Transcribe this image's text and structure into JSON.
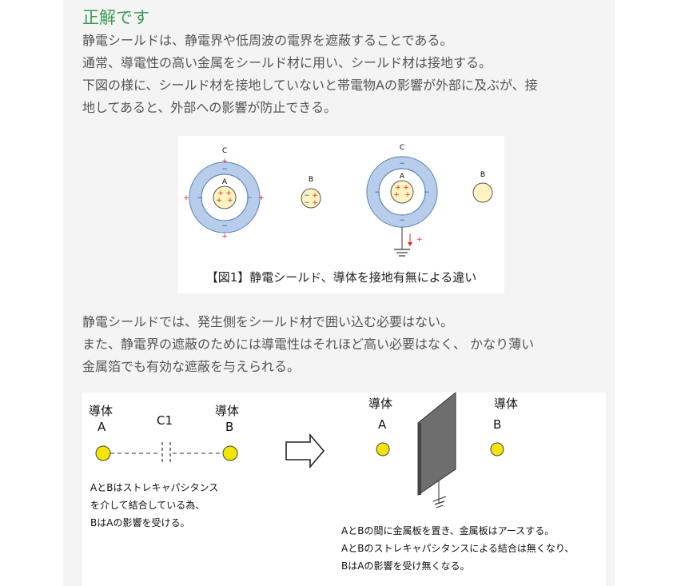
{
  "title": "正解です",
  "intro": [
    "静電シールドは、静電界や低周波の電界を遮蔽することである。",
    "通常、導電性の高い金属をシールド材に用い、シールド材は接地する。",
    "下図の様に、シールド材を接地していないと帯電物Aの影響が外部に及ぶが、接",
    "地してあると、外部への影響が防止できる。"
  ],
  "figure1": {
    "caption": "【図1】静電シールド、導体を接地有無による違い",
    "label_c": "C",
    "label_a": "A",
    "label_b": "B",
    "plus": "+",
    "minus": "−",
    "colors": {
      "shield": "#b7cde9",
      "shield_edge": "#5b85c2",
      "conductor": "#fff4bf",
      "plus": "#dd2222",
      "minus": "#2255cc"
    }
  },
  "body": [
    "静電シールドでは、発生側をシールド材で囲い込む必要はない。",
    "また、静電界の遮蔽のためには導電性はそれほど高い必要はなく、 かなり薄い",
    "金属箔でも有効な遮蔽を与えられる。"
  ],
  "figure2": {
    "left": {
      "conductor_label": "導体",
      "a": "A",
      "b": "B",
      "c1": "C1",
      "notes": [
        "AとBはストレキャパシタンス",
        "を介して結合している為、",
        "BはAの影響を受ける。"
      ]
    },
    "right": {
      "conductor_label": "導体",
      "a": "A",
      "b": "B",
      "notes": [
        "AとBの間に金属板を置き、金属板はアースする。",
        "AとBのストレキャパシタンスによる結合は無くなり、",
        "BはAの影響を受け無くなる。"
      ]
    },
    "colors": {
      "conductor": "#f2e600",
      "plate": "#6e6e6e"
    }
  }
}
